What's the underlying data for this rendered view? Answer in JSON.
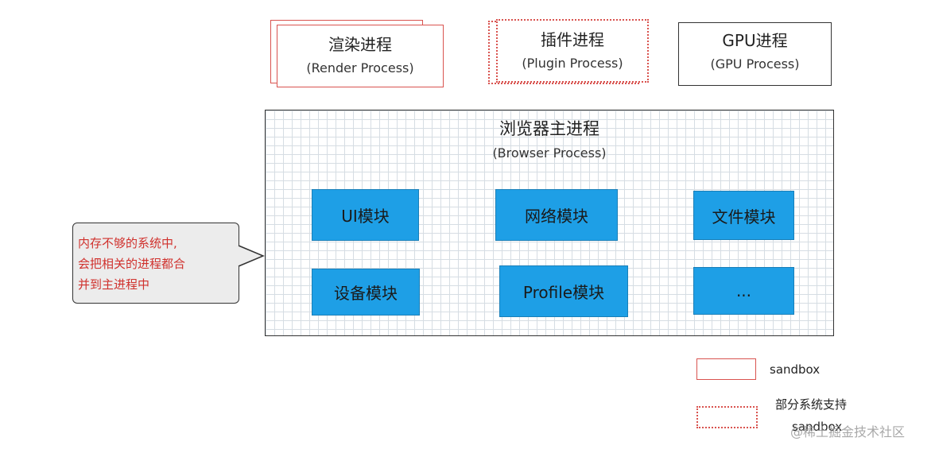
{
  "render_process": {
    "title": "渲染进程",
    "subtitle": "(Render Process)"
  },
  "plugin_process": {
    "title": "插件进程",
    "subtitle": "(Plugin Process)"
  },
  "gpu_process": {
    "title": "GPU进程",
    "subtitle": "(GPU Process)"
  },
  "browser_process": {
    "title": "浏览器主进程",
    "subtitle": "(Browser Process)",
    "modules": [
      "UI模块",
      "网络模块",
      "文件模块",
      "设备模块",
      "Profile模块",
      "..."
    ]
  },
  "callout": {
    "text": "内存不够的系统中,\n会把相关的进程都合\n并到主进程中"
  },
  "legend": {
    "sandbox": "sandbox",
    "partial_line1": "部分系统支持",
    "partial_line2": "sandbox"
  },
  "watermark": "@稀土掘金技术社区",
  "colors": {
    "module_fill": "#1e9fe6",
    "sandbox_border": "#d9534f",
    "callout_text": "#d0312d"
  }
}
